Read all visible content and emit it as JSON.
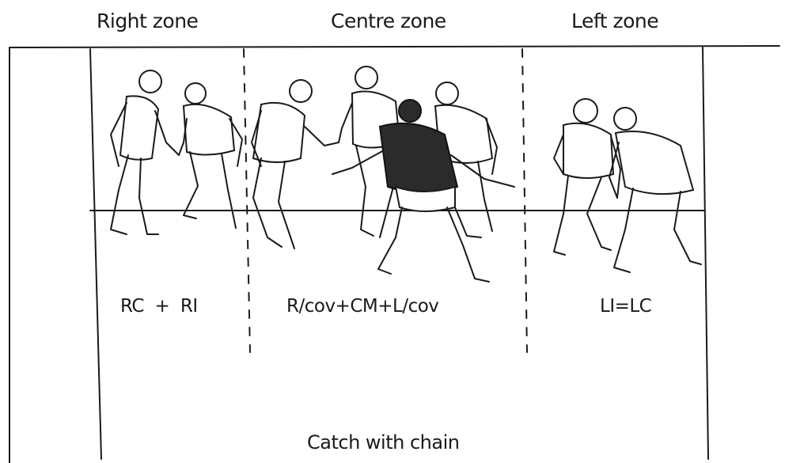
{
  "zones": {
    "right": "Right zone",
    "centre": "Centre zone",
    "left": "Left zone"
  },
  "formations": {
    "right": "RC  +  RI",
    "centre": "R/cov+CM+L/cov",
    "left": "LI=LC"
  },
  "caption": "Catch with chain"
}
